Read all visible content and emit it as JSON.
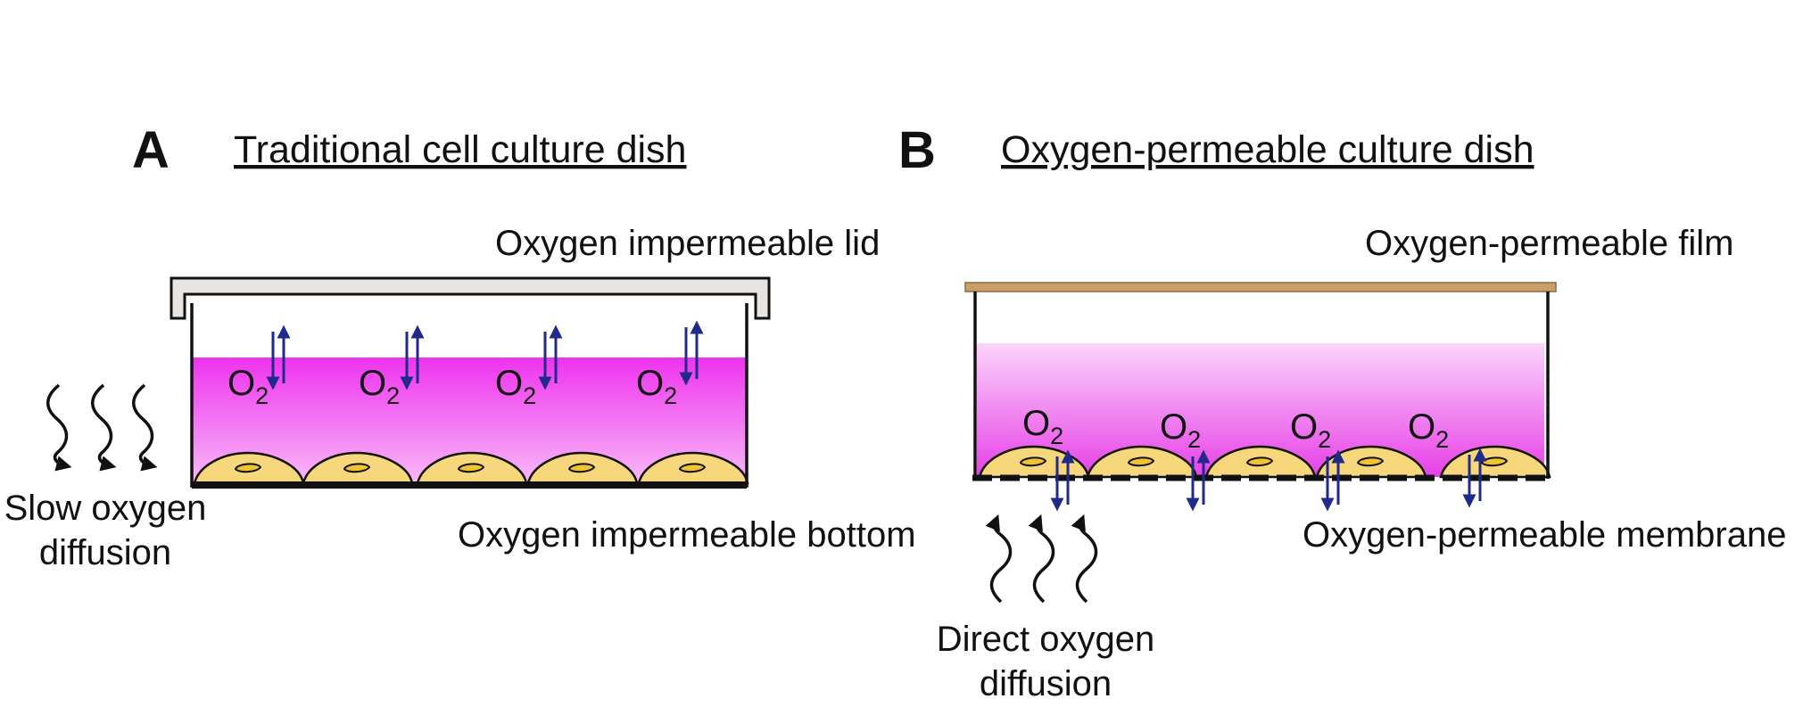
{
  "panel_a": {
    "letter": "A",
    "title": "Traditional cell culture dish",
    "lid_label": "Oxygen impermeable lid",
    "bottom_label": "Oxygen impermeable bottom",
    "diffusion_label_line1": "Slow oxygen",
    "diffusion_label_line2": "diffusion",
    "o2_main": "O",
    "o2_sub": "2"
  },
  "panel_b": {
    "letter": "B",
    "title": "Oxygen-permeable culture dish",
    "film_label": "Oxygen-permeable film",
    "membrane_label": "Oxygen-permeable membrane",
    "diffusion_label_line1": "Direct oxygen",
    "diffusion_label_line2": "diffusion",
    "o2_main": "O",
    "o2_sub": "2"
  },
  "colors": {
    "medium_top": "#ee33ee",
    "medium_bottom": "#f8b8f8",
    "medium_b_top": "#fccffc",
    "medium_b_bottom": "#e640e6",
    "cell_fill": "#f7d77c",
    "nucleus_fill": "#f0c430",
    "arrow": "#1f2a8a",
    "film": "#c9a06a",
    "lid": "#e7e4e1"
  }
}
